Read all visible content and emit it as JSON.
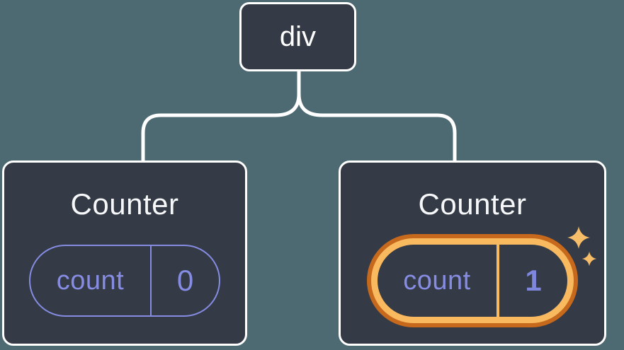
{
  "diagram": {
    "root": {
      "label": "div"
    },
    "children": [
      {
        "title": "Counter",
        "state": {
          "key": "count",
          "value": "0"
        },
        "highlighted": false
      },
      {
        "title": "Counter",
        "state": {
          "key": "count",
          "value": "1"
        },
        "highlighted": true
      }
    ]
  },
  "colors": {
    "background": "#4d6a72",
    "node_fill": "#343a46",
    "node_border": "#ffffff",
    "connector": "#ffffff",
    "state_accent": "#858ce2",
    "value_accent_bold": "#7e86dd",
    "highlight_ring_outer": "#c6691c",
    "highlight_ring_inner": "#f8b95f",
    "sparkle": "#f8bd68",
    "title_text": "#f6f7f8"
  },
  "icons": {
    "sparkle_large": "sparkle-icon",
    "sparkle_small": "sparkle-icon"
  }
}
